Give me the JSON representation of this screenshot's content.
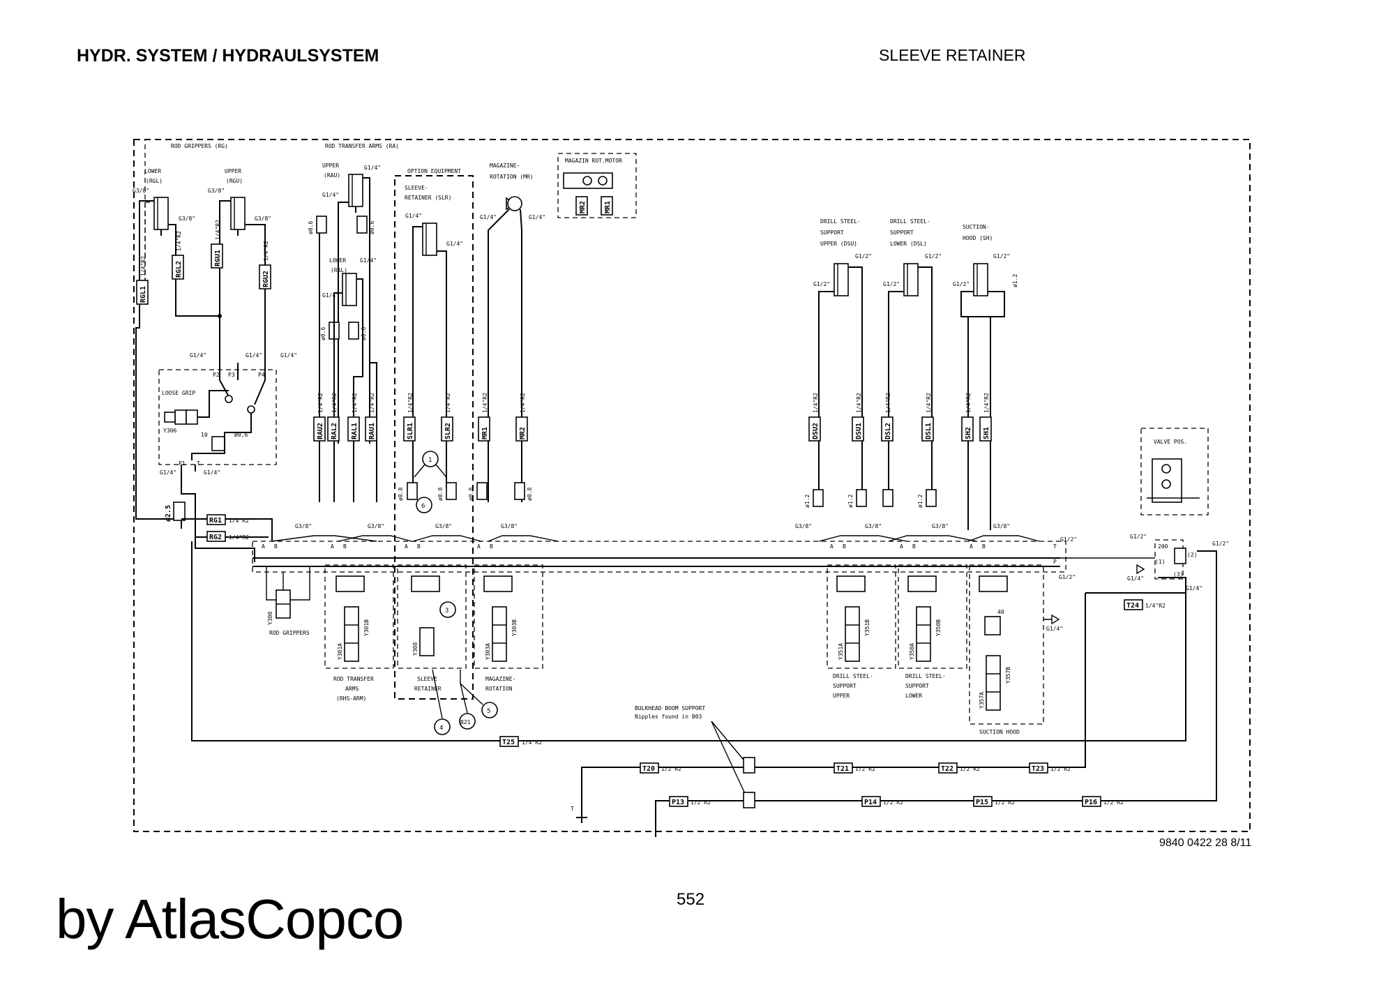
{
  "header": {
    "left_title": "HYDR. SYSTEM / HYDRAULSYSTEM",
    "right_title": "SLEEVE RETAINER"
  },
  "footer": {
    "doc_number": "9840 0422 28 8/11",
    "page_number": "552",
    "brand": "by AtlasCopco"
  },
  "diagram": {
    "group_labels": {
      "rod_grippers": "ROD GRIPPERS (RG)",
      "rod_transfer_arms": "ROD TRANSFER ARMS (RA)",
      "option_equipment": "OPTION EQUIPMENT",
      "magazin_rot_motor": "MAGAZIN ROT.MOTOR",
      "valve_pos": "VALVE POS."
    },
    "cylinders": {
      "rgl": [
        "LOWER",
        "(RGL)"
      ],
      "rgu": [
        "UPPER",
        "(RGU)"
      ],
      "rau": [
        "UPPER",
        "(RAU)"
      ],
      "ral": [
        "LOWER",
        "(RAL)"
      ],
      "slr": [
        "SLEEVE-",
        "RETAINER (SLR)"
      ],
      "mr": [
        "MAGAZINE-",
        "ROTATION (MR)"
      ],
      "dsu": [
        "DRILL STEEL-",
        "SUPPORT",
        "UPPER (DSU)"
      ],
      "dsl": [
        "DRILL STEEL-",
        "SUPPORT",
        "LOWER (DSL)"
      ],
      "sh": [
        "SUCTION-",
        "HOOD (SH)"
      ]
    },
    "hose_tags": [
      "RGL1",
      "RGL2",
      "RGU1",
      "RGU2",
      "RAU2",
      "RAL2",
      "RAL1",
      "RAU1",
      "SLR1",
      "SLR2",
      "MR1",
      "MR2",
      "DSU2",
      "DSU1",
      "DSL2",
      "DSL1",
      "SH2",
      "SH1",
      "MR2",
      "MR1"
    ],
    "hose_suffix": "1/4\"R2",
    "port_labels": {
      "g14": "G1/4\"",
      "g38": "G3/8\"",
      "g12": "G1/2\"",
      "p2": "P2",
      "p3": "P3",
      "p4": "P4",
      "p1": "P1",
      "t": "T",
      "a": "A",
      "b": "B",
      "p": "P",
      "port1": "(1)",
      "port2": "(2)",
      "port3": "(3)"
    },
    "restrictors": {
      "d06": "Ø0,6",
      "d06b": "ø0.6",
      "d08": "ø0.8",
      "d12": "ø1.2",
      "d25": "ø2.5"
    },
    "loose_grip": "LOOSE GRIP",
    "pressure_values": {
      "ten": "10",
      "forty": "40",
      "two_hundred": "200"
    },
    "valve_ids": [
      "Y306",
      "Y300",
      "Y301A",
      "Y301B",
      "Y308",
      "Y303A",
      "Y303B",
      "Y351A",
      "Y351B",
      "Y350A",
      "Y350B",
      "Y357A",
      "Y357B"
    ],
    "section_labels": {
      "rod_grippers": "ROD GRIPPERS",
      "rod_transfer": [
        "ROD TRANSFER",
        "ARMS",
        "(RHS-ARM)"
      ],
      "sleeve_retainer": [
        "SLEEVE",
        "RETAINER"
      ],
      "magazine_rotation": [
        "MAGAZINE-",
        "ROTATION"
      ],
      "dss_upper": [
        "DRILL STEEL-",
        "SUPPORT",
        "UPPER"
      ],
      "dss_lower": [
        "DRILL STEEL-",
        "SUPPORT",
        "LOWER"
      ],
      "suction_hood": "SUCTION HOOD"
    },
    "callouts": [
      "1",
      "3",
      "4",
      "5",
      "6",
      "B21"
    ],
    "line_tags": {
      "rg1": "RG1",
      "rg2": "RG2",
      "rg_suffix": "1/4\"R2",
      "t24": "T24",
      "t24_suffix": "1/4\"R2",
      "t25": "T25",
      "t25_suffix": "1/4\"R2",
      "t20": "T20",
      "t21": "T21",
      "t22": "T22",
      "t23": "T23",
      "p13": "P13",
      "p14": "P14",
      "p15": "P15",
      "p16": "P16",
      "half_suffix": "1/2\"R2",
      "tank": "T"
    },
    "bulkhead": [
      "BULKHEAD BOOM SUPPORT",
      "Nipples found in B03"
    ],
    "motor_tags": [
      "MR2",
      "MR1"
    ]
  }
}
